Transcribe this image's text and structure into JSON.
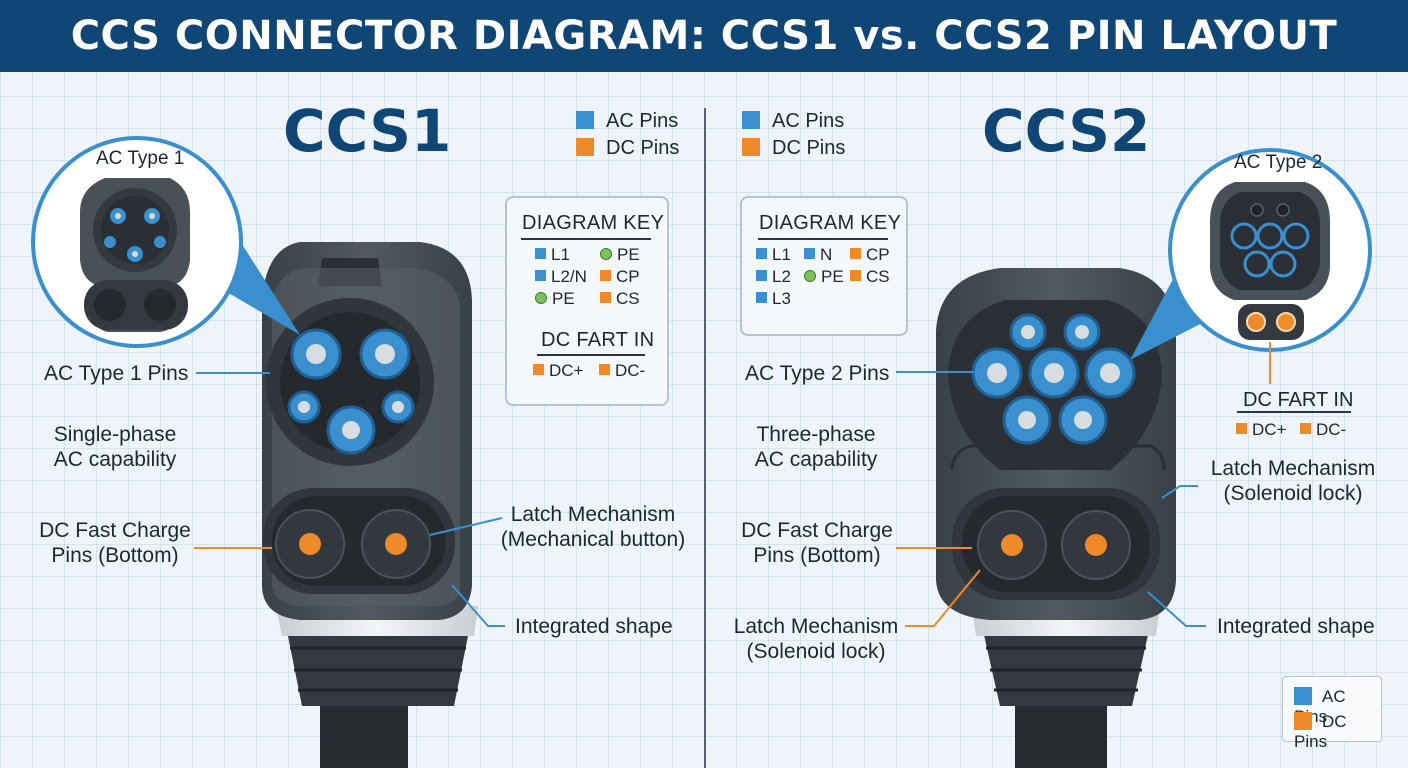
{
  "title": "CCS CONNECTOR DIAGRAM: CCS1 vs. CCS2 PIN LAYOUT",
  "colors": {
    "ac": "#3a8fcf",
    "dc": "#ef8a2a",
    "pe": "#7cc25a",
    "header": "#0f4676"
  },
  "ccs1": {
    "heading": "CCS1",
    "inset_label": "AC Type 1",
    "legend": {
      "ac": "AC Pins",
      "dc": "DC Pins"
    },
    "key": {
      "title": "DIAGRAM KEY",
      "items": [
        "L1",
        "PE",
        "L2/N",
        "CP",
        "PE",
        "CS"
      ],
      "dc_title": "DC FART IN",
      "dc_items": [
        "DC+",
        "DC-"
      ]
    },
    "labels": {
      "ac_pins": "AC Type 1 Pins",
      "capability_1": "Single-phase",
      "capability_2": "AC capability",
      "dc_pins_1": "DC Fast Charge",
      "dc_pins_2": "Pins (Bottom)",
      "latch_1": "Latch Mechanism",
      "latch_2": "(Mechanical button)",
      "shape": "Integrated shape"
    }
  },
  "ccs2": {
    "heading": "CCS2",
    "inset_label": "AC Type 2",
    "legend": {
      "ac": "AC Pins",
      "dc": "DC Pins"
    },
    "key": {
      "title": "DIAGRAM KEY",
      "items": [
        "L1",
        "N",
        "CP",
        "L2",
        "PE",
        "CS",
        "L3"
      ]
    },
    "inset_dc": {
      "title": "DC FART IN",
      "items": [
        "DC+",
        "DC-"
      ]
    },
    "labels": {
      "ac_pins": "AC Type 2 Pins",
      "capability_1": "Three-phase",
      "capability_2": "AC capability",
      "dc_pins_1": "DC Fast Charge",
      "dc_pins_2": "Pins (Bottom)",
      "latch_top_1": "Latch Mechanism",
      "latch_top_2": "(Solenoid lock)",
      "latch_bottom_1": "Latch Mechanism",
      "latch_bottom_2": "(Solenoid lock)",
      "shape": "Integrated shape"
    },
    "corner_legend": {
      "ac": "AC Pins",
      "dc": "DC Pins"
    }
  }
}
